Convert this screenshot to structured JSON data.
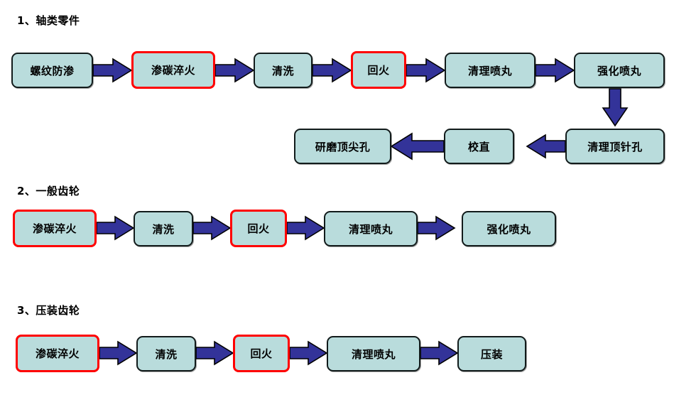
{
  "page": {
    "background_color": "#ffffff",
    "node_fill_color": "#b9dcdc",
    "node_border_color": "#121b1b",
    "alert_border_color": "#ff0000",
    "arrow_color": "#333399",
    "arrow_outline_color": "#000000",
    "text_color": "#000000"
  },
  "sections": [
    {
      "id": "shaft-parts",
      "title": "1、轴类零件",
      "rows": [
        {
          "id": "row-1-main",
          "nodes": [
            {
              "label": "螺纹防渗",
              "highlight": false
            },
            {
              "label": "渗碳淬火",
              "highlight": true
            },
            {
              "label": "清洗",
              "highlight": false
            },
            {
              "label": "回火",
              "highlight": true
            },
            {
              "label": "清理喷丸",
              "highlight": false
            },
            {
              "label": "强化喷丸",
              "highlight": false
            }
          ]
        },
        {
          "id": "row-1-return",
          "nodes": [
            {
              "label": "研磨顶尖孔",
              "highlight": false
            },
            {
              "label": "校直",
              "highlight": false
            },
            {
              "label": "清理顶针孔",
              "highlight": false
            }
          ]
        }
      ]
    },
    {
      "id": "general-gear",
      "title": "2、一般齿轮",
      "rows": [
        {
          "id": "row-2-main",
          "nodes": [
            {
              "label": "渗碳淬火",
              "highlight": true
            },
            {
              "label": "清洗",
              "highlight": false
            },
            {
              "label": "回火",
              "highlight": true
            },
            {
              "label": "清理喷丸",
              "highlight": false
            },
            {
              "label": "强化喷丸",
              "highlight": false
            }
          ]
        }
      ]
    },
    {
      "id": "press-fit-gear",
      "title": "3、压装齿轮",
      "rows": [
        {
          "id": "row-3-main",
          "nodes": [
            {
              "label": "渗碳淬火",
              "highlight": true
            },
            {
              "label": "清洗",
              "highlight": false
            },
            {
              "label": "回火",
              "highlight": true
            },
            {
              "label": "清理喷丸",
              "highlight": false
            },
            {
              "label": "压装",
              "highlight": false
            }
          ]
        }
      ]
    }
  ],
  "titles": {
    "s1": "1、轴类零件",
    "s2": "2、一般齿轮",
    "s3": "3、压装齿轮"
  },
  "labels": {
    "r1n1": "螺纹防渗",
    "r1n2": "渗碳淬火",
    "r1n3": "清洗",
    "r1n4": "回火",
    "r1n5": "清理喷丸",
    "r1n6": "强化喷丸",
    "r1b1": "清理顶针孔",
    "r1b2": "校直",
    "r1b3": "研磨顶尖孔",
    "r2n1": "渗碳淬火",
    "r2n2": "清洗",
    "r2n3": "回火",
    "r2n4": "清理喷丸",
    "r2n5": "强化喷丸",
    "r3n1": "渗碳淬火",
    "r3n2": "清洗",
    "r3n3": "回火",
    "r3n4": "清理喷丸",
    "r3n5": "压装"
  }
}
